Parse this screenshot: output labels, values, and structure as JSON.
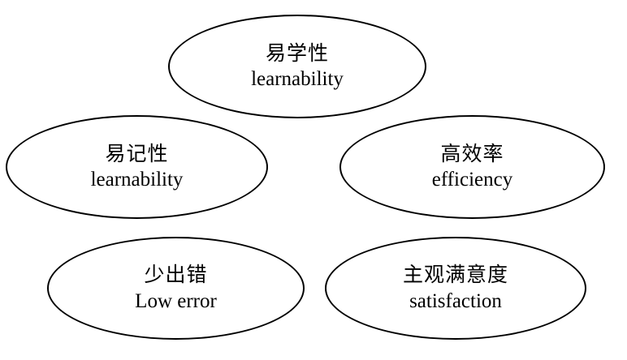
{
  "diagram": {
    "type": "usability-goals-ellipses",
    "background_color": "#ffffff",
    "outline_color": "#000000",
    "text_color": "#000000",
    "nodes": [
      {
        "id": "learnability",
        "icon": "ellipse-shape",
        "label_cn": "易学性",
        "label_en": "learnability",
        "position": "top-center"
      },
      {
        "id": "memorability",
        "icon": "ellipse-shape",
        "label_cn": "易记性",
        "label_en": "learnability",
        "position": "middle-left"
      },
      {
        "id": "efficiency",
        "icon": "ellipse-shape",
        "label_cn": "高效率",
        "label_en": "efficiency",
        "position": "middle-right"
      },
      {
        "id": "low-error",
        "icon": "ellipse-shape",
        "label_cn": "少出错",
        "label_en": "Low error",
        "position": "bottom-left"
      },
      {
        "id": "satisfaction",
        "icon": "ellipse-shape",
        "label_cn": "主观满意度",
        "label_en": "satisfaction",
        "position": "bottom-right"
      }
    ]
  }
}
